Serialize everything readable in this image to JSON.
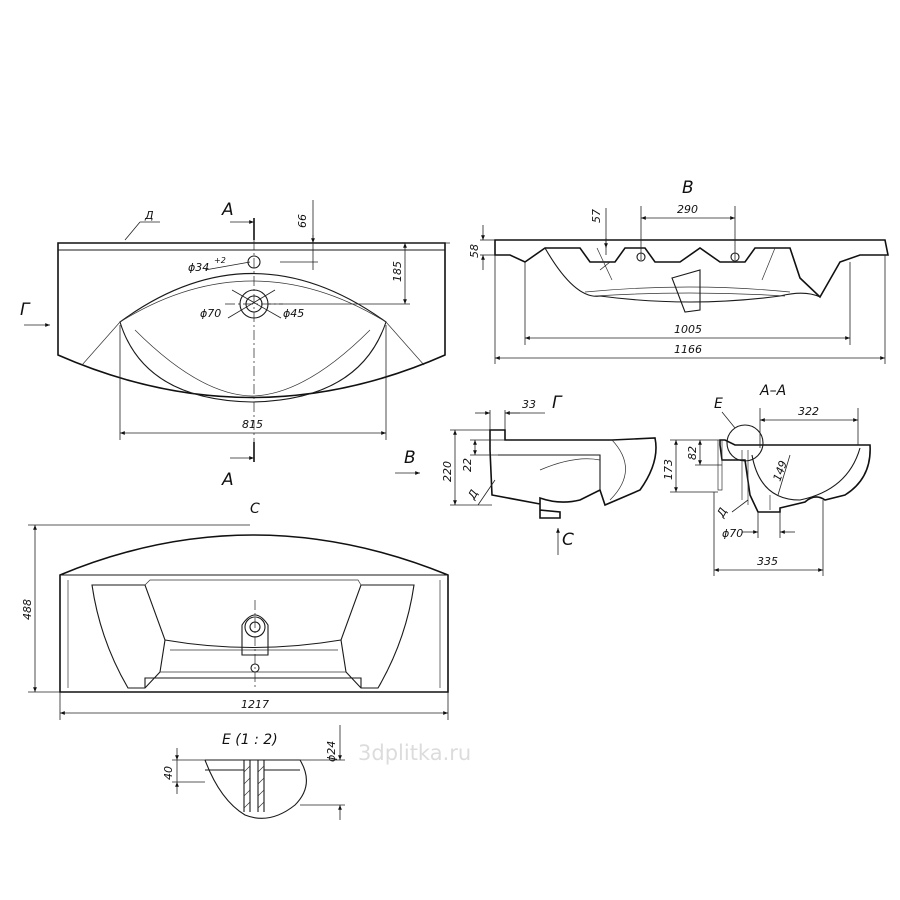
{
  "views": {
    "top": {
      "section_label": "A",
      "side_label": "Г",
      "detail_label": "Д",
      "dim_66": "66",
      "dim_185": "185",
      "dim_815": "815",
      "dia_34": "ϕ34",
      "dia_34_tol": "+2",
      "dia_70": "ϕ70",
      "dia_45": "ϕ45"
    },
    "front": {
      "label": "B",
      "dim_57": "57",
      "dim_290": "290",
      "dim_58": "58",
      "dim_1005": "1005",
      "dim_1166": "1166"
    },
    "side": {
      "label": "Г",
      "arrow_label": "B",
      "dim_33": "33",
      "dim_220": "220",
      "dim_22": "22",
      "detail_label": "Д",
      "view_label": "C"
    },
    "section": {
      "label": "A–A",
      "detail_label": "E",
      "dim_322": "322",
      "dim_82": "82",
      "dim_173": "173",
      "dim_149": "149",
      "detail_d": "Д",
      "dia_70": "ϕ70",
      "dim_335": "335"
    },
    "bottom": {
      "label": "C",
      "dim_488": "488",
      "dim_1217": "1217"
    },
    "detail": {
      "label": "E (1 : 2)",
      "dim_40": "40",
      "dia_24": "ϕ24"
    }
  },
  "watermark": "3dplitka.ru"
}
